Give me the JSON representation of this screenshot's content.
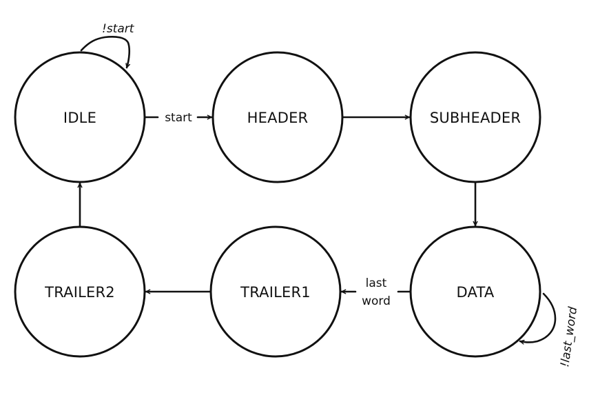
{
  "diagram": {
    "states": {
      "idle": "IDLE",
      "header": "HEADER",
      "subheader": "SUBHEADER",
      "data": "DATA",
      "trailer1": "TRAILER1",
      "trailer2": "TRAILER2"
    },
    "transitions": {
      "idle_self": "!start",
      "idle_to_header": "start",
      "data_to_trailer1_line1": "last",
      "data_to_trailer1_line2": "word",
      "data_self": "!last_word"
    }
  },
  "colors": {
    "stroke": "#111111",
    "background": "#ffffff"
  }
}
